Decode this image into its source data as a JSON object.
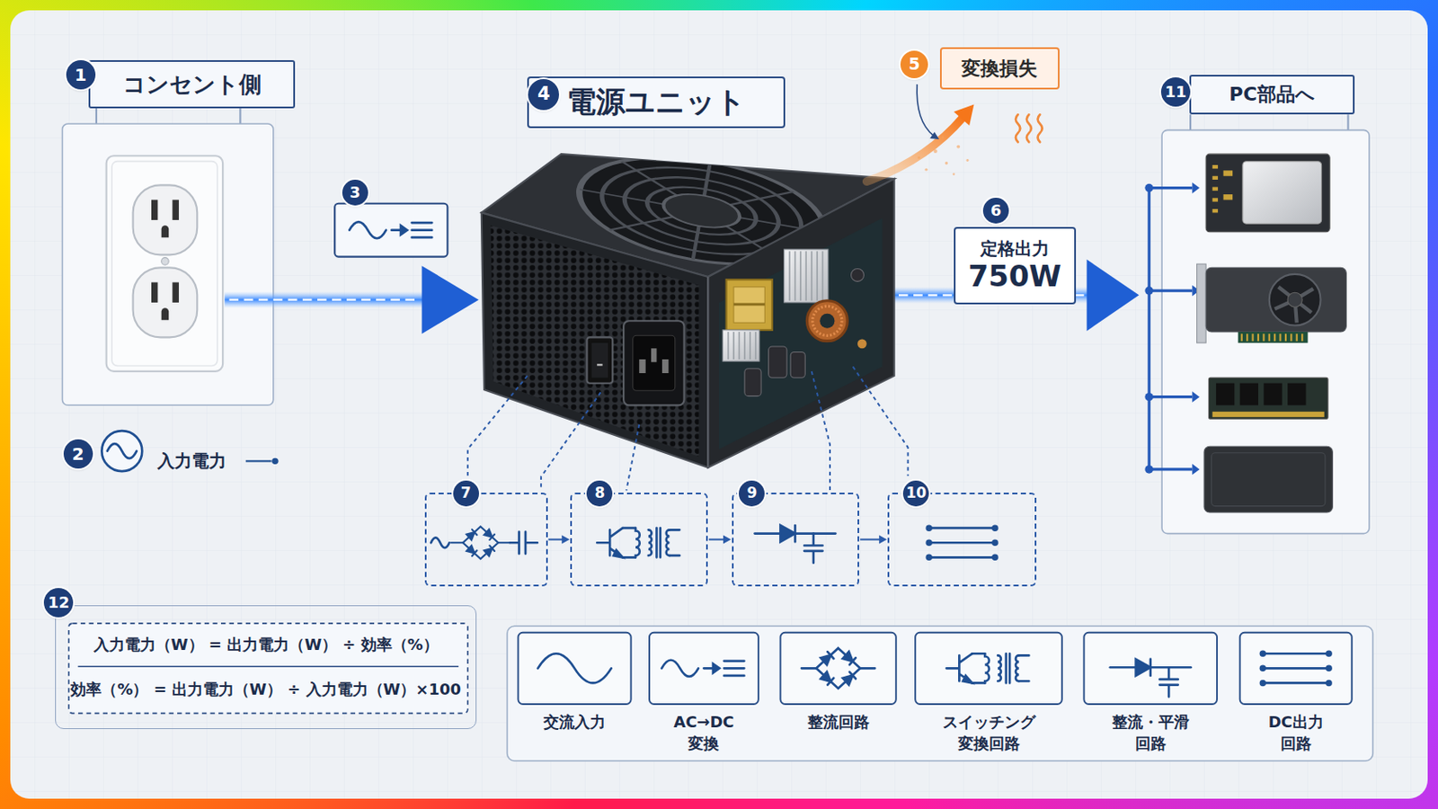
{
  "diagram": {
    "nodes": [
      {
        "text": [
          "コンセント側"
        ]
      },
      {
        "text": [
          "電源ユニット"
        ]
      },
      {
        "text": [
          "変換損失"
        ]
      },
      {
        "text": [
          "定格出力",
          "750W"
        ]
      },
      {
        "text": [
          "PC部品へ"
        ]
      },
      {
        "text": [
          "7"
        ]
      },
      {
        "text": [
          "8"
        ]
      },
      {
        "text": [
          "9"
        ]
      },
      {
        "text": [
          "10"
        ]
      },
      {
        "text": [
          "入力電力（W） = 出力電力（W） ÷ 効率（%）",
          "効率（%） = 出力電力（W） ÷ 入力電力（W）×100"
        ]
      }
    ],
    "edges": [
      {
        "from": 5,
        "to": 6,
        "arrow": "to"
      },
      {
        "from": 6,
        "to": 7,
        "arrow": "to"
      },
      {
        "from": 7,
        "to": 8,
        "arrow": "to"
      }
    ],
    "labels": [
      "1",
      "2",
      "入力電力",
      "3",
      "4",
      "5",
      "6",
      "11",
      "12"
    ],
    "legend": [
      {
        "text": "交流入力"
      },
      {
        "text": "AC→DC 変換"
      },
      {
        "text": "整流回路"
      },
      {
        "text": "スイッチング 変換回路"
      },
      {
        "text": "整流・平滑 回路"
      },
      {
        "text": "DC出力 回路"
      }
    ]
  }
}
